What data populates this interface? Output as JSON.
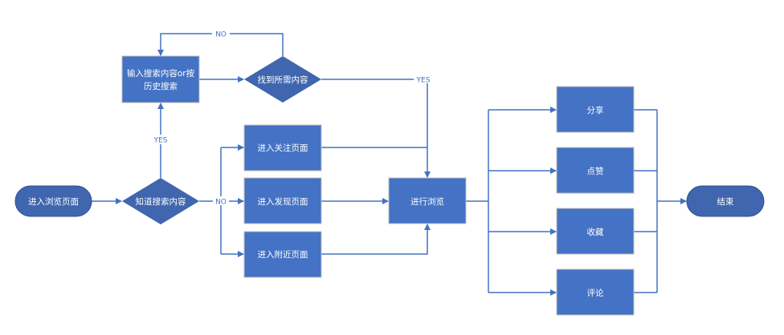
{
  "nodes": {
    "start": {
      "label": "进入浏览页面",
      "shape": "terminator"
    },
    "know_search": {
      "label": "知道搜索内容",
      "shape": "decision"
    },
    "input_search": {
      "label_lines": [
        "输入搜索内容or按",
        "历史搜索"
      ],
      "shape": "process"
    },
    "found": {
      "label": "找到所需内容",
      "shape": "decision"
    },
    "follow_page": {
      "label": "进入关注页面",
      "shape": "process"
    },
    "discover_page": {
      "label": "进入发现页面",
      "shape": "process"
    },
    "nearby_page": {
      "label": "进入附近页面",
      "shape": "process"
    },
    "browse": {
      "label": "进行浏览",
      "shape": "process"
    },
    "share": {
      "label": "分享",
      "shape": "process"
    },
    "like": {
      "label": "点赞",
      "shape": "process"
    },
    "collect": {
      "label": "收藏",
      "shape": "process"
    },
    "comment": {
      "label": "评论",
      "shape": "process"
    },
    "end": {
      "label": "结束",
      "shape": "terminator"
    }
  },
  "edge_labels": {
    "know_yes": "YES",
    "know_no": "NO",
    "found_yes": "YES",
    "found_no": "NO"
  },
  "edges": [
    {
      "from": "start",
      "to": "know_search"
    },
    {
      "from": "know_search",
      "to": "input_search",
      "label": "YES"
    },
    {
      "from": "know_search",
      "to": "follow_page",
      "label": "NO"
    },
    {
      "from": "know_search",
      "to": "discover_page",
      "label": "NO"
    },
    {
      "from": "know_search",
      "to": "nearby_page",
      "label": "NO"
    },
    {
      "from": "input_search",
      "to": "found"
    },
    {
      "from": "found",
      "to": "input_search",
      "label": "NO"
    },
    {
      "from": "found",
      "to": "browse",
      "label": "YES"
    },
    {
      "from": "follow_page",
      "to": "browse"
    },
    {
      "from": "discover_page",
      "to": "browse"
    },
    {
      "from": "nearby_page",
      "to": "browse"
    },
    {
      "from": "browse",
      "to": "share"
    },
    {
      "from": "browse",
      "to": "like"
    },
    {
      "from": "browse",
      "to": "collect"
    },
    {
      "from": "browse",
      "to": "comment"
    },
    {
      "from": "share",
      "to": "end"
    },
    {
      "from": "like",
      "to": "end"
    },
    {
      "from": "collect",
      "to": "end"
    },
    {
      "from": "comment",
      "to": "end"
    }
  ],
  "colors": {
    "process_fill": "#4472C4",
    "decision_fill": "#3F66AE",
    "terminator_fill": "#3F66AE",
    "edge": "#4472C4",
    "text": "#FFFFFF"
  }
}
